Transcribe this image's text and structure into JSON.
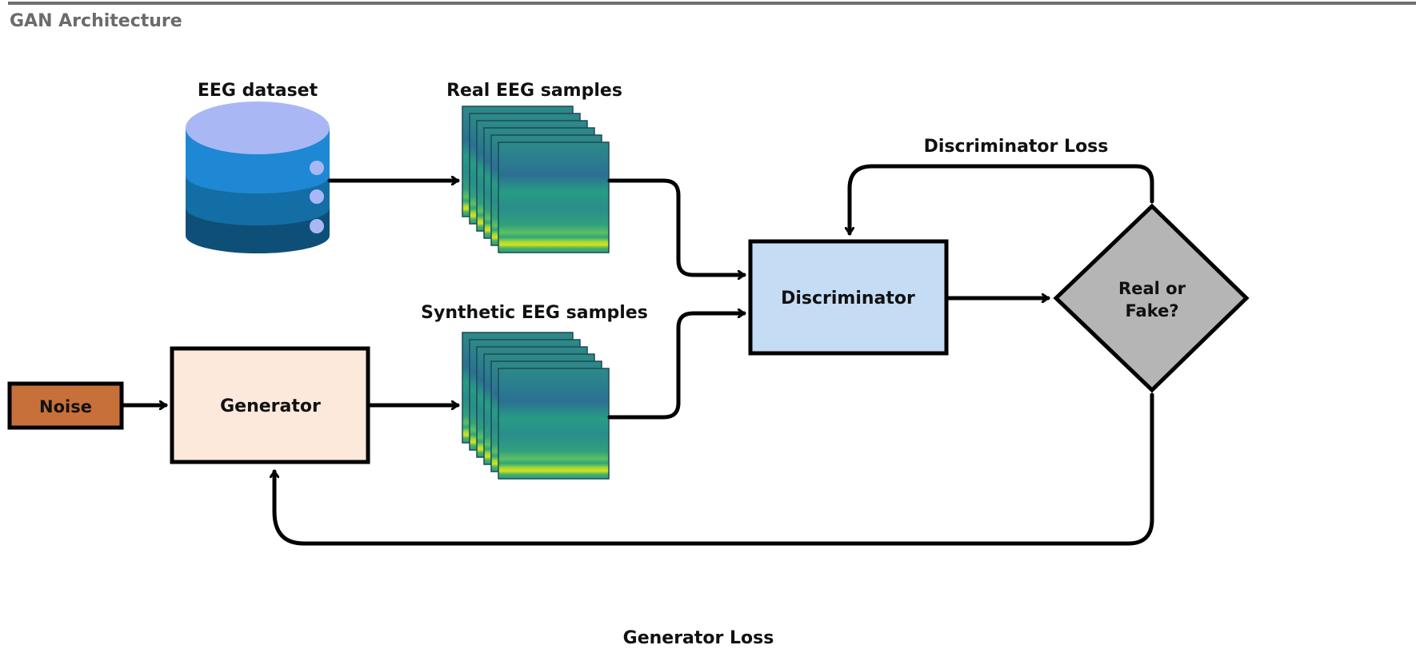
{
  "page": {
    "title": "GAN Architecture"
  },
  "nodes": {
    "dataset": {
      "label": "EEG dataset"
    },
    "real_samples": {
      "label": "Real EEG samples"
    },
    "synthetic_samples": {
      "label": "Synthetic EEG samples"
    },
    "noise": {
      "label": "Noise"
    },
    "generator": {
      "label": "Generator"
    },
    "discriminator": {
      "label": "Discriminator"
    },
    "decision": {
      "line1": "Real or",
      "line2": "Fake?"
    }
  },
  "edges": {
    "discriminator_loss": {
      "label": "Discriminator Loss"
    },
    "generator_loss": {
      "label": "Generator Loss"
    }
  },
  "colors": {
    "noise_fill": "#c8703a",
    "generator_fill": "#fde8dc",
    "discriminator_fill": "#c5dcf5",
    "decision_fill": "#b5b5b5",
    "db_top": "#a9b8f5",
    "db_layer1": "#1e88d4",
    "db_layer2": "#136ea6",
    "db_layer3": "#0e4f78",
    "db_dot": "#a9b8f5"
  }
}
